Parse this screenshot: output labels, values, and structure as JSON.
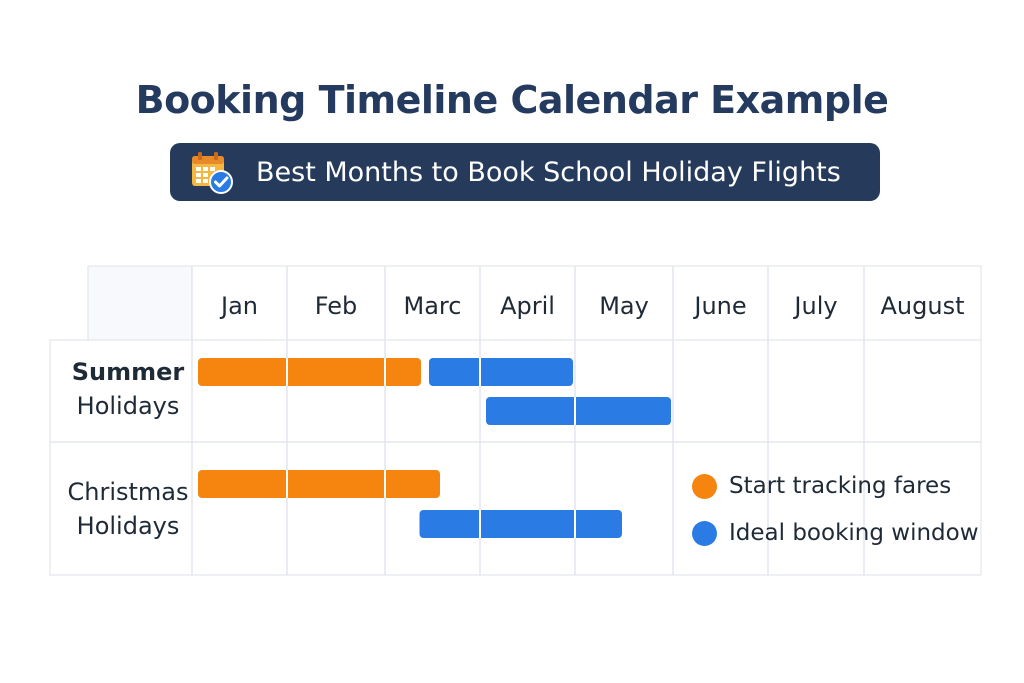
{
  "title": "Booking Timeline Calendar Example",
  "subtitle": "Best Months to Book School Holiday Flights",
  "subtitle_icon": "calendar-check-icon",
  "colors": {
    "start_tracking": "#f5850f",
    "ideal_booking": "#2b7be4",
    "title": "#243a5e",
    "pill": "#263b5c"
  },
  "chart_data": {
    "type": "gantt",
    "months": [
      "Jan",
      "Feb",
      "Marc",
      "April",
      "May",
      "June",
      "July",
      "August"
    ],
    "rows": [
      {
        "label_line1": "Summer",
        "label_line2": "Holidays",
        "bars": [
          {
            "series": "Start tracking fares",
            "start_month": 1,
            "end_month": 3.4
          },
          {
            "series": "Ideal booking window",
            "start_month": 3.4,
            "end_month": 5
          },
          {
            "series": "Ideal booking window",
            "start_month": 4,
            "end_month": 6
          }
        ]
      },
      {
        "label_line1": "Christmas",
        "label_line2": "Holidays",
        "bars": [
          {
            "series": "Start tracking fares",
            "start_month": 1,
            "end_month": 3.6
          },
          {
            "series": "Ideal booking window",
            "start_month": 3.3,
            "end_month": 5.5
          }
        ]
      }
    ],
    "legend": [
      {
        "label": "Start tracking fares",
        "color": "#f5850f"
      },
      {
        "label": "Ideal booking window",
        "color": "#2b7be4"
      }
    ],
    "legend_position": "right"
  }
}
